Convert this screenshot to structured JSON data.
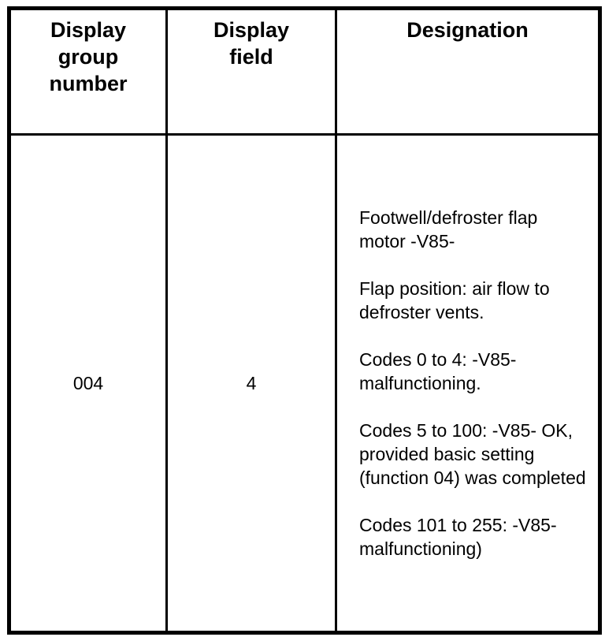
{
  "table": {
    "headers": [
      "Display group number",
      "Display field",
      "Designation"
    ],
    "rows": [
      {
        "group_number": "004",
        "field": "4",
        "designation": [
          "Footwell/defroster flap motor -V85-",
          "Flap position: air flow to defroster vents.",
          "Codes 0 to 4: -V85- malfunctioning.",
          "Codes 5 to 100: -V85- OK, provided basic setting (function 04) was completed",
          "Codes 101 to 255: -V85- malfunctioning)"
        ]
      }
    ]
  }
}
